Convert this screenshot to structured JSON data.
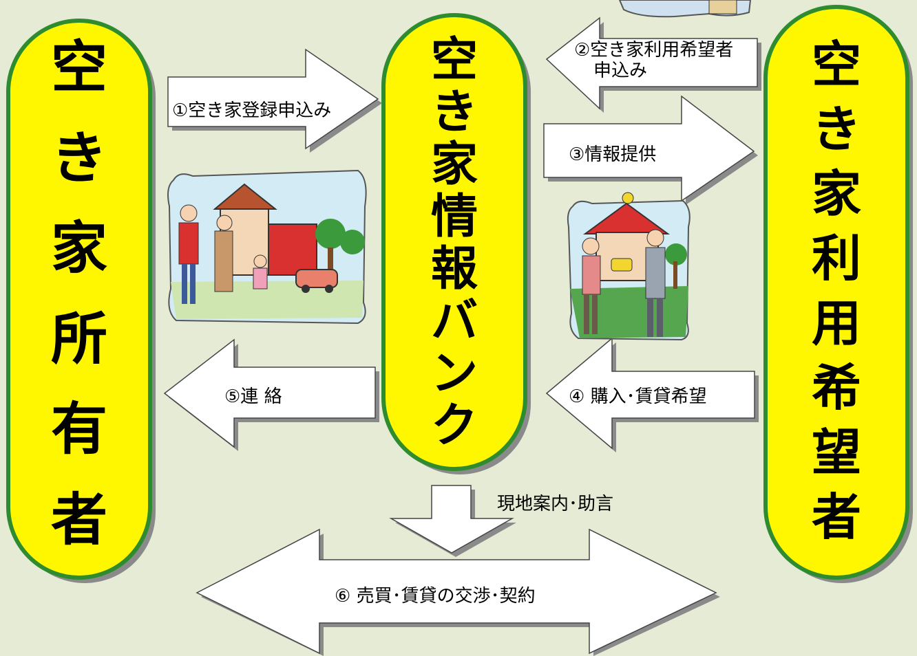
{
  "pills": {
    "owner": "空き家所有者",
    "bank": "空き家情報バンク",
    "user": "空き家利用希望者"
  },
  "arrows": {
    "register": "①空き家登録申込み",
    "apply_line1": "②空き家利用希望者",
    "apply_line2": "申込み",
    "info": "③情報提供",
    "purchase": "④ 購入･賃貸希望",
    "contact": "⑤連 絡",
    "guide": "現地案内･助言",
    "negotiate": "⑥ 売買･賃貸の交渉･契約"
  },
  "colors": {
    "pill_fill": "#fff700",
    "pill_border": "#2e8b2e",
    "background": "#e6ebd6",
    "arrow_fill": "#ffffff",
    "arrow_shadow": "#8a8a8a"
  }
}
